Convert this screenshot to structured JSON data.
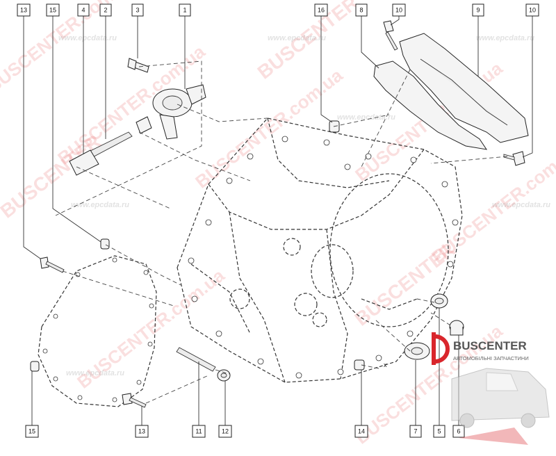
{
  "callouts": {
    "c1": "1",
    "c2": "2",
    "c3": "3",
    "c4": "4",
    "c13_top": "13",
    "c15_top": "15",
    "c16": "16",
    "c8": "8",
    "c10_a": "10",
    "c9": "9",
    "c10_b": "10",
    "c15_bottom": "15",
    "c13_bottom": "13",
    "c11": "11",
    "c12": "12",
    "c14": "14",
    "c7": "7",
    "c5": "5",
    "c6": "6"
  },
  "axis_marker": "x",
  "watermarks": {
    "brand": "BUSCENTER",
    "site": "BUSCENTER.com.ua",
    "epc": "www.epcdata.ru",
    "epc2": "www.epcdata.ru",
    "epc3": "www.epcdata.ru",
    "epc4": "www.epcdata.ru",
    "epc5": "www.epcdata.ru",
    "epc6": "www.epcdata.ru",
    "epc7": "www.epcdata.ru",
    "site2": "BUSCENTER.com.ua",
    "site3": "BUSCENTER.com.ua",
    "site4": "BUSCENTER.com.ua",
    "site5": "BUSCENTER.com.ua",
    "site6": "BUSCENTER.com.ua",
    "site7": "BUSCENTER.com.ua",
    "brand2": "BUSCENTER",
    "brand3": "BUSCENTER"
  },
  "logo": {
    "name": "BUSCENTER",
    "tagline": "АВТОМОБІЛЬНІ ЗАПЧАСТИНИ",
    "accent": "#d9262c"
  }
}
